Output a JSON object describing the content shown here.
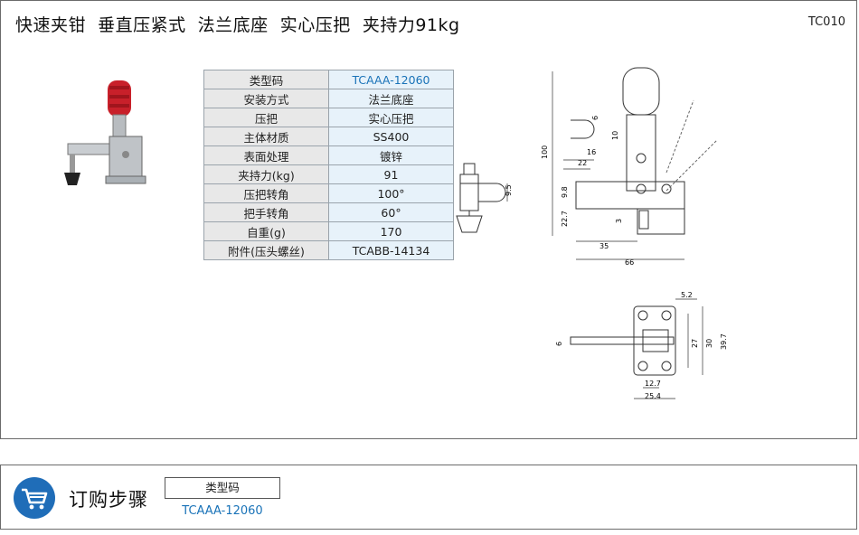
{
  "header": {
    "title": "快速夹钳  垂直压紧式  法兰底座  实心压把  夹持力91kg",
    "code": "TC010"
  },
  "spec_table": [
    {
      "key": "类型码",
      "value": "TCAAA-12060"
    },
    {
      "key": "安装方式",
      "value": "法兰底座"
    },
    {
      "key": "压把",
      "value": "实心压把"
    },
    {
      "key": "主体材质",
      "value": "SS400"
    },
    {
      "key": "表面处理",
      "value": "镀锌"
    },
    {
      "key": "夹持力(kg)",
      "value": "91"
    },
    {
      "key": "压把转角",
      "value": "100°"
    },
    {
      "key": "把手转角",
      "value": "60°"
    },
    {
      "key": "自重(g)",
      "value": "170"
    },
    {
      "key": "附件(压头螺丝)",
      "value": "TCABB-14134"
    }
  ],
  "side_dims": {
    "d1": "9.5"
  },
  "front_dims": {
    "d100": "100",
    "d6": "6",
    "d10": "10",
    "d16": "16",
    "d22": "22",
    "d98": "9.8",
    "d227": "22.7",
    "d3": "3",
    "d35": "35",
    "d66": "66"
  },
  "top_dims": {
    "d52": "5.2",
    "d6": "6",
    "d27": "27",
    "d30": "30",
    "d397": "39.7",
    "d127": "12.7",
    "d254": "25.4"
  },
  "order": {
    "title": "订购步骤",
    "box_label": "类型码",
    "value": "TCAAA-12060"
  },
  "colors": {
    "accent": "#1f6db8",
    "table_key_bg": "#e8e8e8",
    "table_value_bg": "#e7f2fa"
  }
}
